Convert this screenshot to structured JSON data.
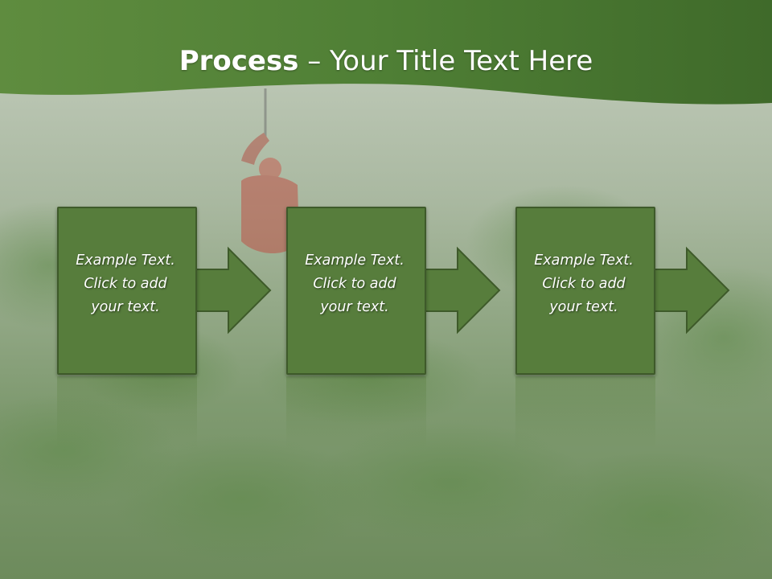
{
  "slide": {
    "title_bold": "Process",
    "title_rest": " – Your Title Text Here",
    "steps": [
      {
        "lines": [
          "Example Text.",
          "Click  to add",
          "your text."
        ]
      },
      {
        "lines": [
          "Example Text.",
          "Click  to add",
          "your text."
        ]
      },
      {
        "lines": [
          "Example Text.",
          "Click  to add",
          "your text."
        ]
      }
    ]
  },
  "colors": {
    "header_green": "#4e7a35",
    "box_fill": "#577d3c",
    "box_border": "#3e5a2a",
    "background_mist": "#a9b8a0"
  }
}
